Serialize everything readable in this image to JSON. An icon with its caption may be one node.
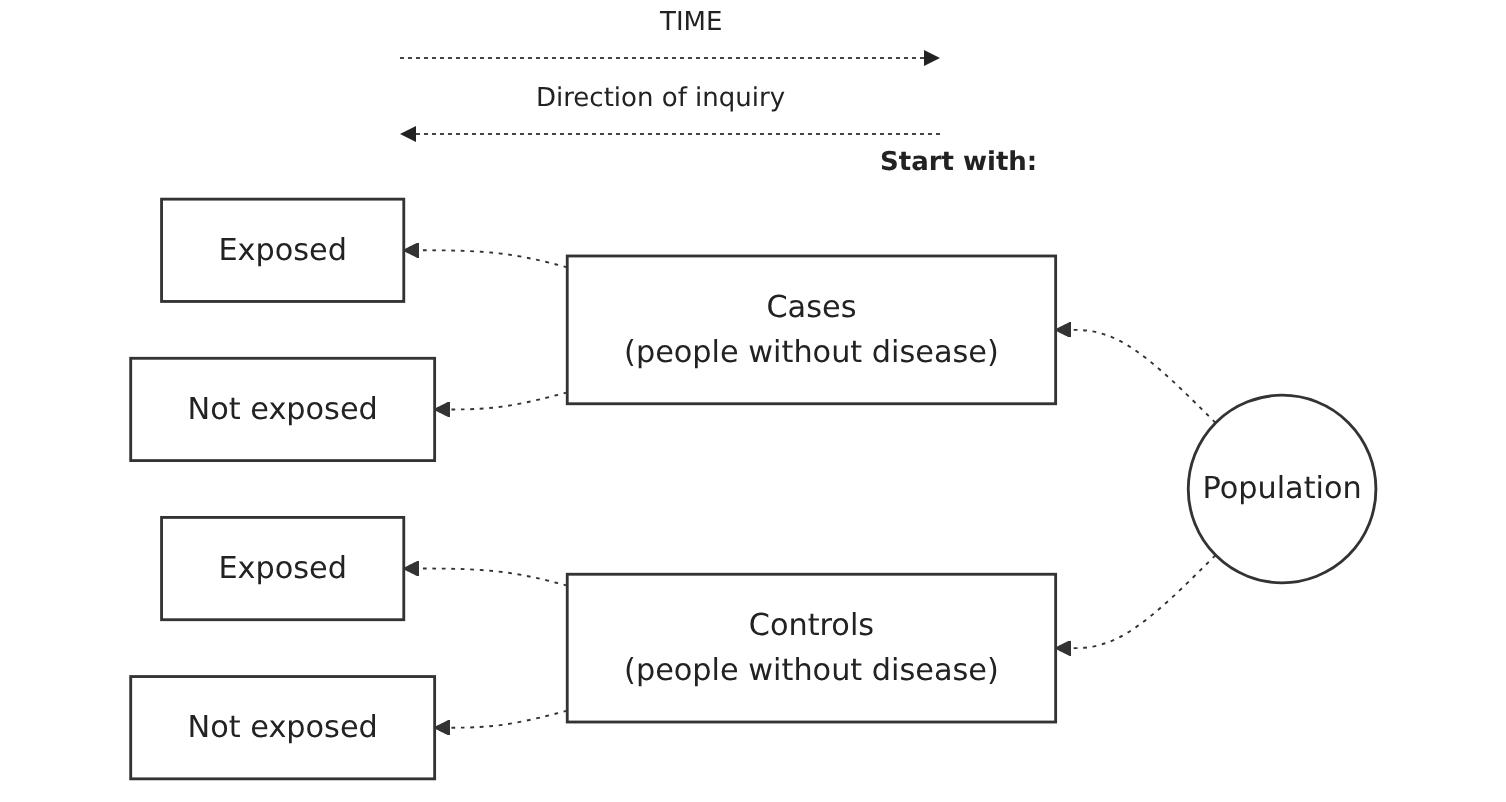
{
  "diagram": {
    "nodes": [
      {
        "text": [
          "Population"
        ]
      },
      {
        "text": [
          "Cases",
          "(people without disease)"
        ]
      },
      {
        "text": [
          "Controls",
          "(people without disease)"
        ]
      },
      {
        "text": [
          "Exposed"
        ]
      },
      {
        "text": [
          "Not exposed"
        ]
      },
      {
        "text": [
          "Exposed"
        ]
      },
      {
        "text": [
          "Not exposed"
        ]
      }
    ],
    "edges": [
      {
        "from": 0,
        "to": 1,
        "arrow": "to",
        "style": "dashed"
      },
      {
        "from": 0,
        "to": 2,
        "arrow": "to",
        "style": "dashed"
      },
      {
        "from": 1,
        "to": 3,
        "arrow": "to",
        "style": "dashed"
      },
      {
        "from": 1,
        "to": 4,
        "arrow": "to",
        "style": "dashed"
      },
      {
        "from": 2,
        "to": 5,
        "arrow": "to",
        "style": "dashed"
      },
      {
        "from": 2,
        "to": 6,
        "arrow": "to",
        "style": "dashed"
      }
    ],
    "labels": [
      "TIME",
      "Direction of inquiry",
      "Start with:"
    ]
  }
}
